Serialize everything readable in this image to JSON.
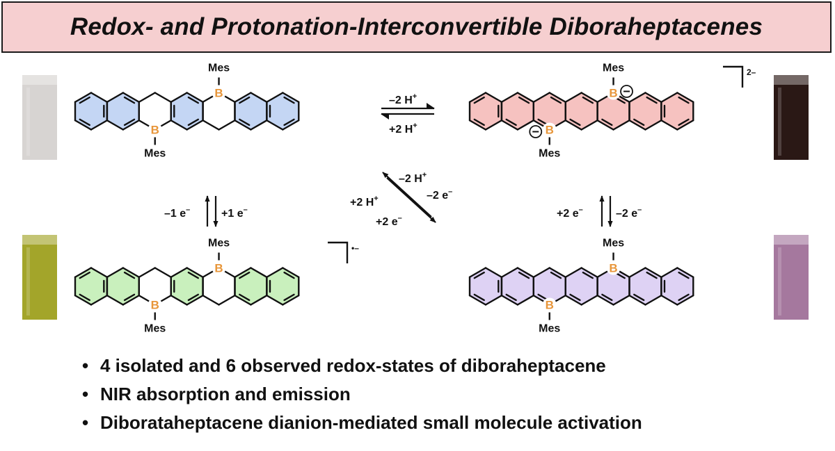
{
  "title": "Redox- and Protonation-Interconvertible Diboraheptacenes",
  "colors": {
    "banner": "#f6cfd0",
    "boron": "#e8963a",
    "neutral_fill": "#c4d6f4",
    "dianion_fill": "#f6c2c0",
    "radical_fill": "#c9f0bd",
    "oxidized_fill": "#ded2f4"
  },
  "molecules": {
    "neutral": {
      "boron": "B",
      "substituent": "Mes"
    },
    "dianion": {
      "boron": "B",
      "substituent": "Mes",
      "charge": "2–",
      "negative_sign": "−"
    },
    "radical_anion": {
      "boron": "B",
      "substituent": "Mes",
      "charge": "•–"
    },
    "oxidized": {
      "boron": "B",
      "substituent": "Mes"
    }
  },
  "arrows": {
    "top_forward": "–2 H",
    "top_reverse": "+2 H",
    "plus": "+",
    "left_up": "–1 e",
    "left_down": "+1 e",
    "right_up": "+2 e",
    "right_down": "–2 e",
    "electron_sup": "–",
    "diag_upper_1": "–2 H",
    "diag_upper_2": "–2 e",
    "diag_lower_1": "+2 H",
    "diag_lower_2": "+2 e"
  },
  "vials": [
    {
      "position": "top-left",
      "color": "#d7d4d2"
    },
    {
      "position": "top-right",
      "color": "#2a1815"
    },
    {
      "position": "bottom-left",
      "color": "#a3a52a"
    },
    {
      "position": "bottom-right",
      "color": "#a5789e"
    }
  ],
  "bullets": [
    "4 isolated and 6 observed redox-states of diboraheptacene",
    "NIR absorption and emission",
    "Diborataheptacene dianion-mediated small molecule activation"
  ],
  "bullet_symbol": "•"
}
